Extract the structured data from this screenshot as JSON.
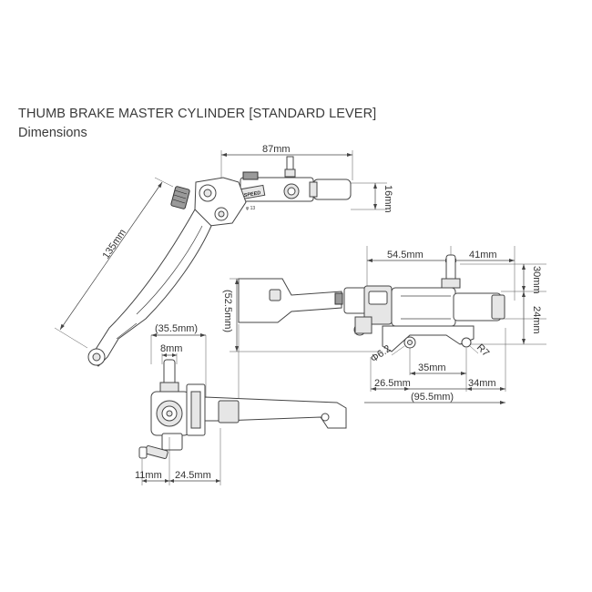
{
  "header": {
    "title": "THUMB BRAKE MASTER CYLINDER [STANDARD LEVER]",
    "subtitle": "Dimensions"
  },
  "dimensions": {
    "top_width": "87mm",
    "top_height": "16mm",
    "lever_length": "135mm",
    "side_overall_height": "(52.5mm)",
    "side_body_length": "54.5mm",
    "side_reservoir_length": "41mm",
    "side_height_30": "30mm",
    "side_height_24": "24mm",
    "hole_dia": "Φ6.2",
    "radius": "R7",
    "mount_pitch": "35mm",
    "mount_left": "26.5mm",
    "mount_right": "34mm",
    "overall_length": "(95.5mm)",
    "front_height": "(35.5mm)",
    "front_nipple": "8mm",
    "front_offset_11": "11mm",
    "front_offset_245": "24.5mm"
  },
  "logo": {
    "text": "GALESPEED",
    "label": "φ 13"
  }
}
